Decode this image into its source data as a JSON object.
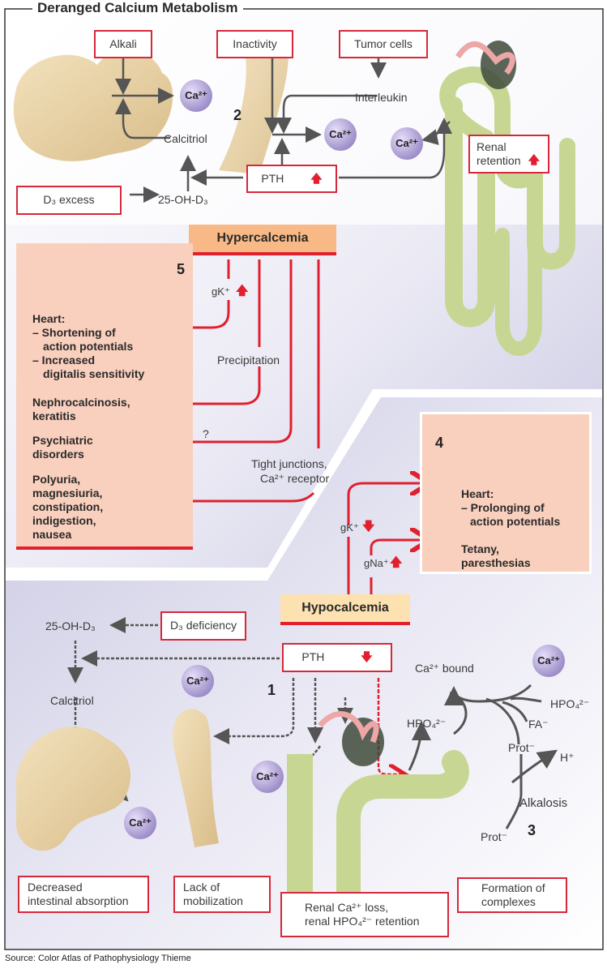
{
  "title": "Deranged Calcium Metabolism",
  "source": "Source: Color Atlas of Pathophysiology Thieme",
  "colors": {
    "accent_red": "#e0202e",
    "box_border": "#d6283a",
    "panel_pink": "#f9cfbd",
    "hyper_header": "#f8b987",
    "hypo_header": "#fde1b0",
    "calcium_ball": "#a898d2",
    "arrow_gray": "#555555",
    "background_lavender": "#d8d8ec"
  },
  "hypercalcemia": {
    "header": "Hypercalcemia",
    "causes": {
      "alkali": "Alkali",
      "inactivity": "Inactivity",
      "tumor_cells": "Tumor cells",
      "interleukin": "Interleukin",
      "calcitriol": "Calcitriol",
      "d3_excess": "D₃ excess",
      "oh_d3": "25-OH-D₃",
      "pth": "PTH",
      "pth_direction": "up",
      "renal_retention": "Renal retention",
      "renal_retention_direction": "up",
      "section_number": "2"
    },
    "effects_panel": {
      "section_number": "5",
      "heart_title": "Heart:",
      "heart_items": [
        "– Shortening of",
        "action potentials",
        "– Increased",
        "digitalis sensitivity"
      ],
      "nephro": [
        "Nephrocalcinosis,",
        "keratitis"
      ],
      "psych": [
        "Psychiatric",
        "disorders"
      ],
      "gi": [
        "Polyuria,",
        "magnesiuria,",
        "constipation,",
        "indigestion,",
        "nausea"
      ]
    },
    "pathway_labels": {
      "gk": "gK⁺",
      "gk_direction": "up",
      "precipitation": "Precipitation",
      "question": "?",
      "tight_junctions": "Tight junctions,",
      "ca_receptor": "Ca²⁺ receptor"
    }
  },
  "hypocalcemia": {
    "header": "Hypocalcemia",
    "effects_panel": {
      "section_number": "4",
      "heart_title": "Heart:",
      "heart_items": [
        "– Prolonging of",
        "action potentials"
      ],
      "tetany": [
        "Tetany,",
        "paresthesias"
      ]
    },
    "pathway_labels": {
      "gk": "gK⁺",
      "gk_direction": "down",
      "gna": "gNa⁺",
      "gna_direction": "up"
    },
    "causes": {
      "oh_d3": "25-OH-D₃",
      "d3_deficiency": "D₃ deficiency",
      "pth": "PTH",
      "pth_direction": "down",
      "calcitriol": "Calcitriol",
      "section_number_1": "1",
      "section_number_3": "3",
      "ca_bound": "Ca²⁺ bound",
      "hpo4_a": "HPO₄²⁻",
      "hpo4_b": "HPO₄²⁻",
      "fa": "FA⁻",
      "prot_a": "Prot⁻",
      "prot_b": "Prot⁻",
      "h_plus": "H⁺",
      "alkalosis": "Alkalosis",
      "decreased_absorption": [
        "Decreased",
        "intestinal absorption"
      ],
      "lack_mobilization": [
        "Lack of",
        "mobilization"
      ],
      "renal_loss": [
        "Renal Ca²⁺ loss,",
        "renal HPO₄²⁻ retention"
      ],
      "formation_complexes": [
        "Formation of",
        "complexes"
      ]
    }
  },
  "calcium_label": "Ca²⁺"
}
